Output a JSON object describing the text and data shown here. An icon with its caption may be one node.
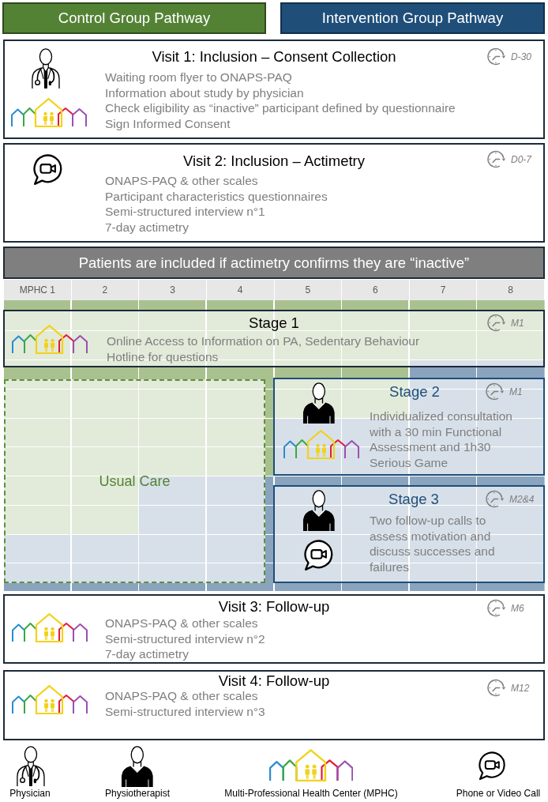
{
  "diagram": {
    "nodes": [
      {
        "text": [
          "Control Group Pathway"
        ]
      },
      {
        "text": [
          "Intervention Group Pathway"
        ]
      },
      {
        "text": [
          "Visit 1: Inclusion – Consent Collection",
          "D-30",
          "Waiting room flyer to ONAPS-PAQ",
          "Information about study by physician",
          "Check eligibility as “inactive” participant defined by questionnaire",
          "Sign Informed Consent"
        ]
      },
      {
        "text": [
          "Visit 2: Inclusion – Actimetry",
          "D0-7",
          "ONAPS-PAQ & other scales",
          "Participant characteristics questionnaires",
          "Semi-structured interview n°1",
          "7-day actimetry"
        ]
      },
      {
        "text": [
          "Patients are included if actimetry confirms they are “inactive”"
        ]
      },
      {
        "text": [
          "Stage 1",
          "M1",
          "Online Access to Information on PA, Sedentary Behaviour",
          "Hotline for questions"
        ]
      },
      {
        "text": [
          "Usual Care"
        ]
      },
      {
        "text": [
          "Stage 2",
          "M1",
          "Individualized consultation with a 30 min Functional Assessment and 1h30 Serious Game"
        ]
      },
      {
        "text": [
          "Stage 3",
          "M2&4",
          "Two follow-up calls to assess motivation and discuss successes and failures"
        ]
      },
      {
        "text": [
          "Visit 3: Follow-up",
          "M6",
          "ONAPS-PAQ & other scales",
          "Semi-structured interview n°2",
          "7-day actimetry"
        ]
      },
      {
        "text": [
          "Visit 4: Follow-up",
          "M12",
          "ONAPS-PAQ & other scales",
          "Semi-structured interview n°3"
        ]
      }
    ],
    "labels": [
      "MPHC 1",
      "2",
      "3",
      "4",
      "5",
      "6",
      "7",
      "8"
    ],
    "legend": [
      {
        "text": "Physician"
      },
      {
        "text": "Physiotherapist"
      },
      {
        "text": "Multi-Professional Health Center (MPHC)"
      },
      {
        "text": "Phone or Video Call"
      }
    ]
  }
}
